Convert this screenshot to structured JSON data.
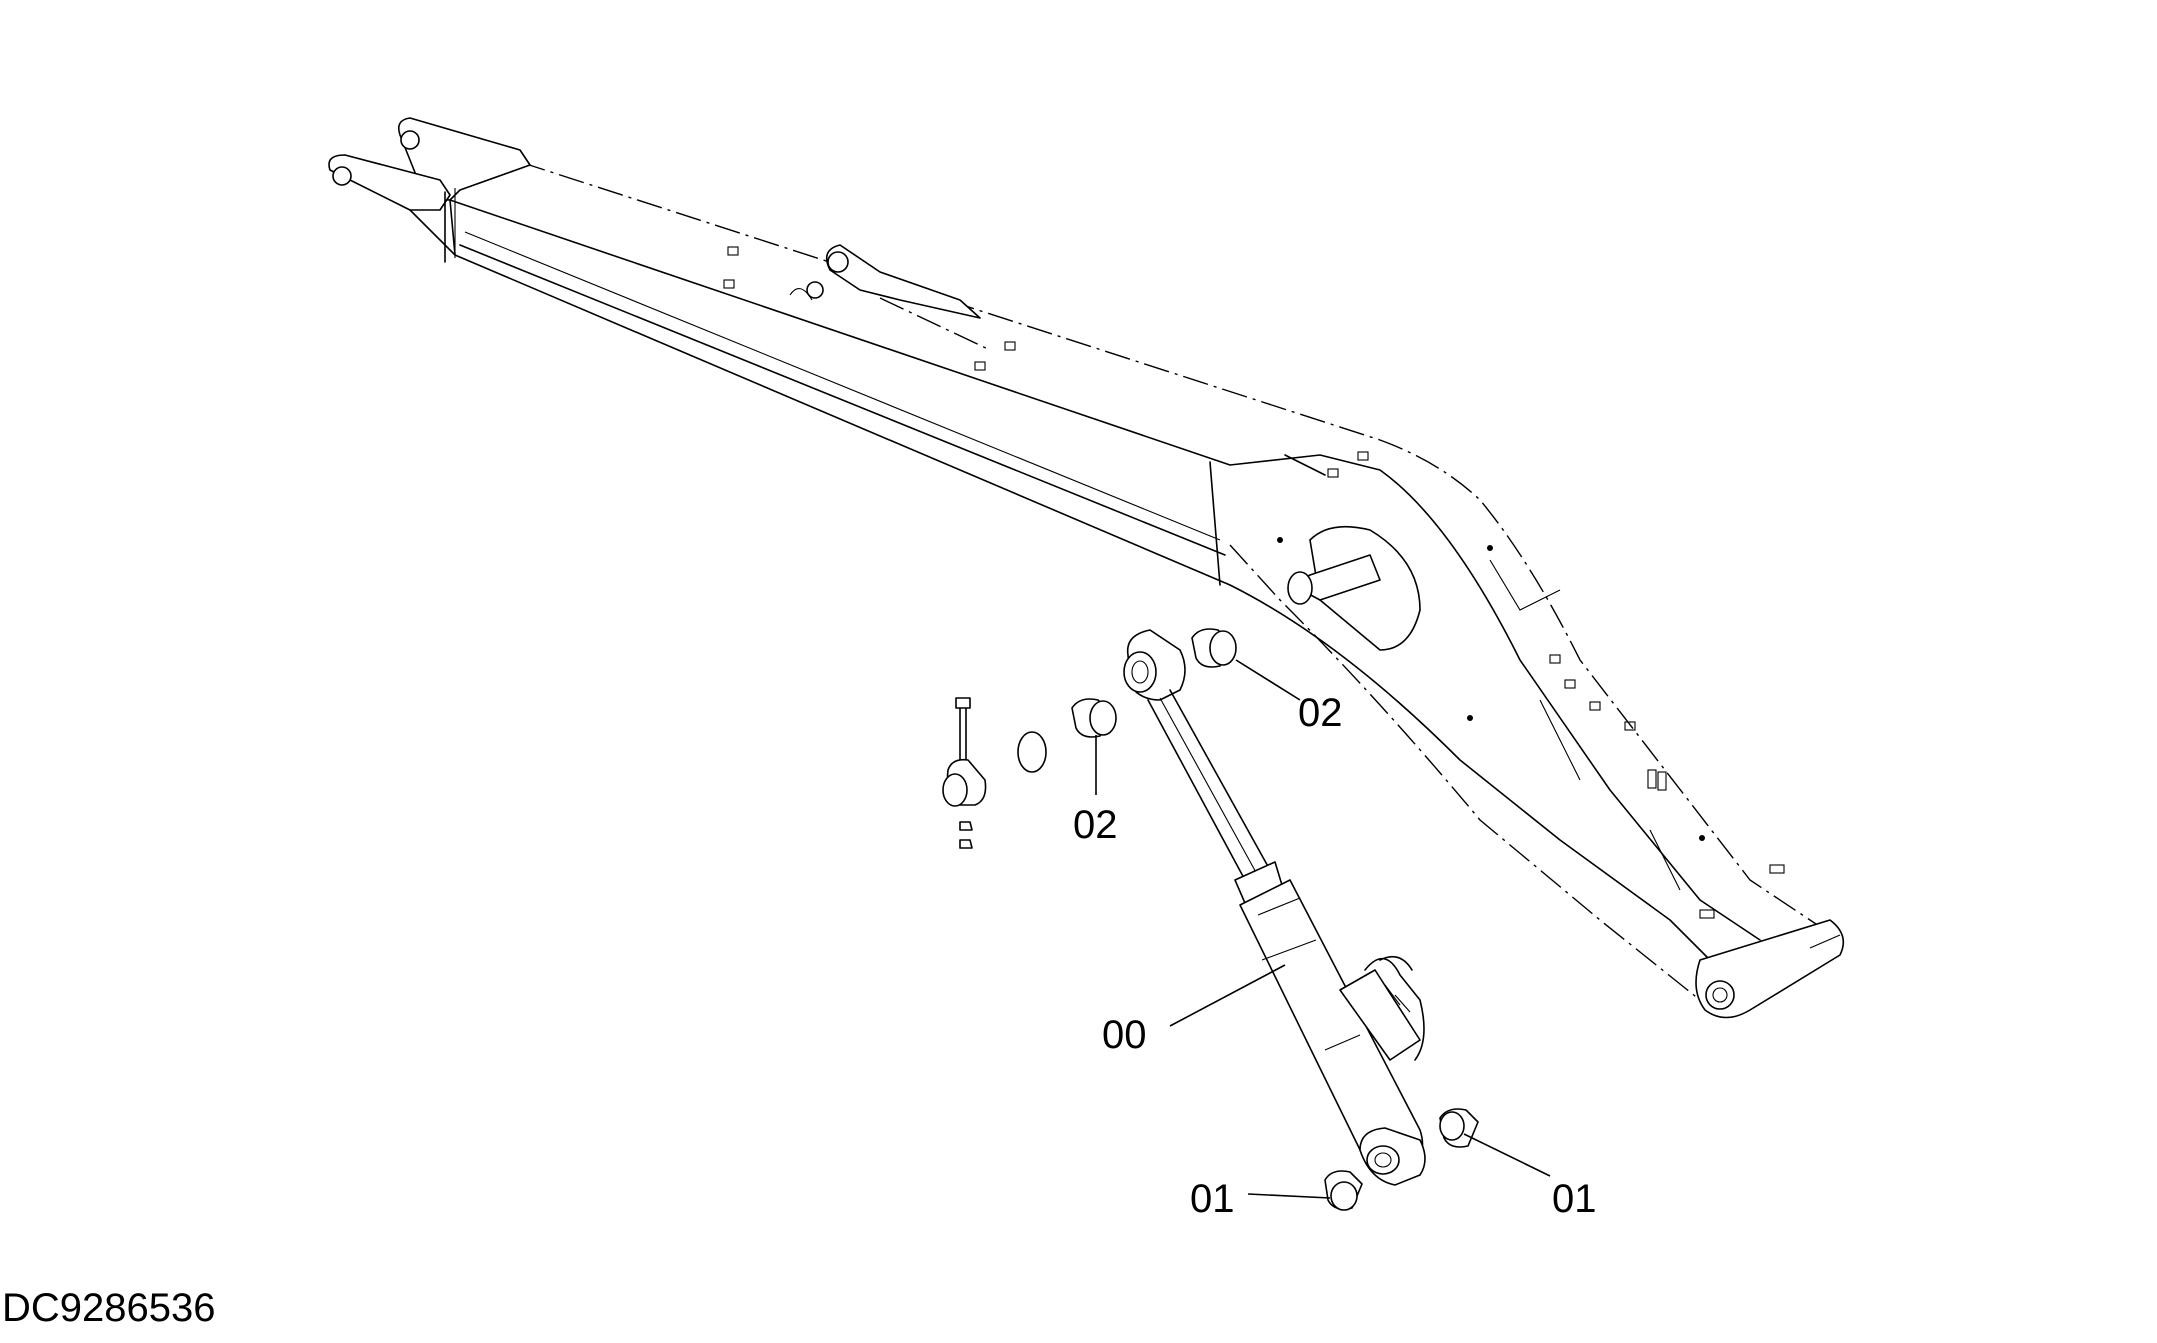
{
  "diagram": {
    "document_id": "DC9286536",
    "callouts": [
      {
        "id": "label-00",
        "text": "00"
      },
      {
        "id": "label-01-left",
        "text": "01"
      },
      {
        "id": "label-01-right",
        "text": "01"
      },
      {
        "id": "label-02-upper",
        "text": "02"
      },
      {
        "id": "label-02-lower",
        "text": "02"
      }
    ]
  }
}
